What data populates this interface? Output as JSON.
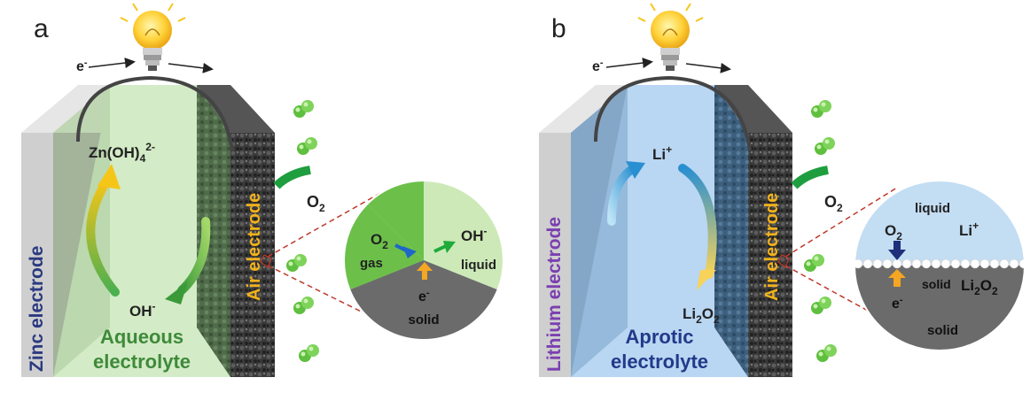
{
  "panel_a": {
    "label": "a",
    "electron_label": "e",
    "electron_sup": "-",
    "zincate_base": "Zn(OH)",
    "zincate_sub": "4",
    "zincate_sup": "2-",
    "hydroxide_base": "OH",
    "hydroxide_sup": "-",
    "metal_electrode": "Zinc electrode",
    "electrolyte_line1": "Aqueous",
    "electrolyte_line2": "electrolyte",
    "air_electrode": "Air electrode",
    "oxygen_base": "O",
    "oxygen_sub": "2",
    "circle": {
      "o2_base": "O",
      "o2_sub": "2",
      "oh_base": "OH",
      "oh_sup": "-",
      "gas": "gas",
      "liquid": "liquid",
      "e_base": "e",
      "e_sup": "-",
      "solid": "solid"
    }
  },
  "panel_b": {
    "label": "b",
    "electron_label": "e",
    "electron_sup": "-",
    "li_base": "Li",
    "li_sup": "+",
    "product_a": "Li",
    "product_sub1": "2",
    "product_b": "O",
    "product_sub2": "2",
    "metal_electrode": "Lithium electrode",
    "electrolyte_line1": "Aprotic",
    "electrolyte_line2": "electrolyte",
    "air_electrode": "Air electrode",
    "oxygen_base": "O",
    "oxygen_sub": "2",
    "circle": {
      "liquid": "liquid",
      "o2_base": "O",
      "o2_sub": "2",
      "li_base": "Li",
      "li_sup": "+",
      "solid_small": "solid",
      "prod_a": "Li",
      "prod_sub1": "2",
      "prod_b": "O",
      "prod_sub2": "2",
      "e_base": "e",
      "e_sup": "-",
      "solid": "solid"
    }
  },
  "colors": {
    "zinc_electrode_text": "#2b3a80",
    "lithium_electrode_text": "#7b3fb0",
    "air_electrode_text": "#f3b21a",
    "aqueous_text": "#3e8a3a",
    "aprotic_text": "#223a8a",
    "green_molecule": "#5fbf3f",
    "dashed_line": "#c0392b"
  }
}
